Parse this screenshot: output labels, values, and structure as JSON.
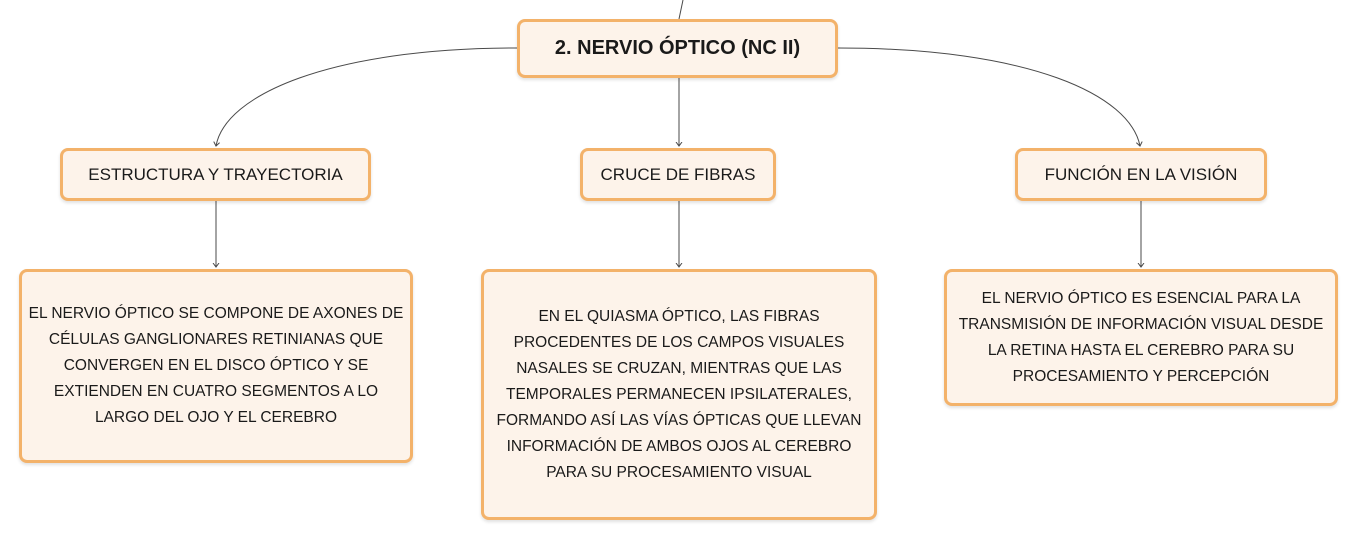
{
  "colors": {
    "node_fill": "#fdf3ea",
    "node_border": "#f3b26a",
    "connector": "#4a4a4a",
    "text": "#1a1a1a"
  },
  "root": {
    "label": "2. NERVIO ÓPTICO (NC II)"
  },
  "branches": [
    {
      "label": "ESTRUCTURA Y TRAYECTORIA",
      "detail": "EL NERVIO ÓPTICO SE COMPONE DE AXONES DE CÉLULAS GANGLIONARES RETINIANAS QUE CONVERGEN EN EL DISCO ÓPTICO Y SE EXTIENDEN EN CUATRO SEGMENTOS A LO LARGO DEL OJO Y EL CEREBRO"
    },
    {
      "label": "CRUCE DE FIBRAS",
      "detail": "EN EL QUIASMA ÓPTICO, LAS FIBRAS PROCEDENTES DE LOS CAMPOS VISUALES NASALES SE CRUZAN, MIENTRAS QUE LAS TEMPORALES PERMANECEN IPSILATERALES, FORMANDO ASÍ LAS VÍAS ÓPTICAS QUE LLEVAN INFORMACIÓN DE AMBOS OJOS AL CEREBRO PARA SU PROCESAMIENTO VISUAL"
    },
    {
      "label": "FUNCIÓN EN LA VISIÓN",
      "detail": "EL NERVIO ÓPTICO ES ESENCIAL PARA LA TRANSMISIÓN DE INFORMACIÓN VISUAL DESDE LA RETINA HASTA EL CEREBRO PARA SU PROCESAMIENTO Y PERCEPCIÓN"
    }
  ]
}
